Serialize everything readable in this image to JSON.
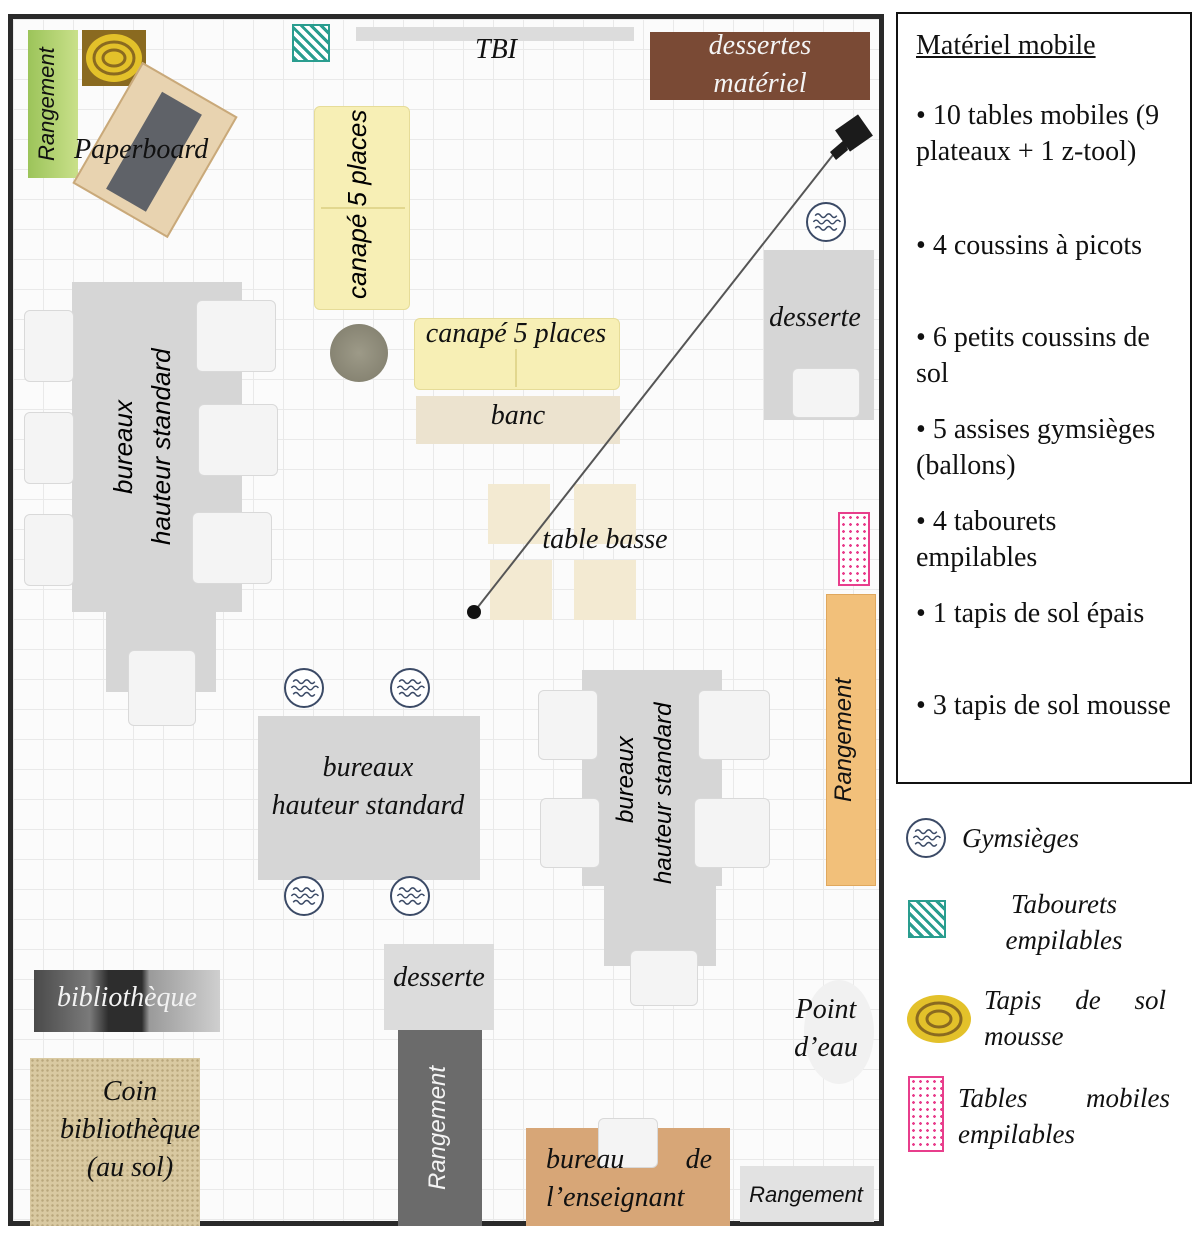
{
  "plan": {
    "tbi": "TBI",
    "dessertes_materiel_line1": "dessertes",
    "dessertes_materiel_line2": "matériel",
    "rangement_topleft": "Rangement",
    "paperboard": "Paperboard",
    "canape_vertical": "canapé 5 places",
    "canape_horizontal": "canapé 5 places",
    "banc": "banc",
    "table_basse": "table basse",
    "desserte_right": "desserte",
    "bureaux_left_line1": "bureaux",
    "bureaux_left_line2": "hauteur standard",
    "bureaux_center_line1": "bureaux",
    "bureaux_center_line2": "hauteur standard",
    "bureaux_right_line1": "bureaux",
    "bureaux_right_line2": "hauteur standard",
    "rangement_right": "Rangement",
    "bibliotheque": "bibliothèque",
    "coin_line1": "Coin",
    "coin_line2": "bibliothèque",
    "coin_line3": "(au sol)",
    "desserte_bottom": "desserte",
    "rangement_bottom_center": "Rangement",
    "point_eau_line1": "Point",
    "point_eau_line2": "d’eau",
    "bureau_enseignant_line1": "bureau de",
    "bureau_enseignant_line2": "l’enseignant",
    "rangement_bottom_right": "Rangement"
  },
  "legend": {
    "title": "Matériel mobile",
    "items": [
      "10 tables mobiles (9 plateaux + 1 z-tool)",
      "4 coussins à picots",
      "6 petits coussins de sol",
      "5 assises gymsièges (ballons)",
      "4 tabourets empilables",
      "1 tapis de sol épais",
      "3 tapis de sol mousse"
    ],
    "keys": {
      "gymsieges": "Gymsièges",
      "tabourets": "Tabourets empilables",
      "tapis": "Tapis de sol mousse",
      "tables": "Tables mobiles empilables"
    }
  },
  "colors": {
    "tabouret_hatch": "#2a9d8f",
    "tables_mobiles_dots": "#e83e8c",
    "rangement_orange": "#f2c07a",
    "dessertes_brown": "#7a4a35",
    "gym_stroke": "#3b4a66"
  },
  "icons": {
    "camera": "camera-icon",
    "gymsiege": "gymsiege-icon",
    "tapis": "tapis-roll-icon"
  }
}
